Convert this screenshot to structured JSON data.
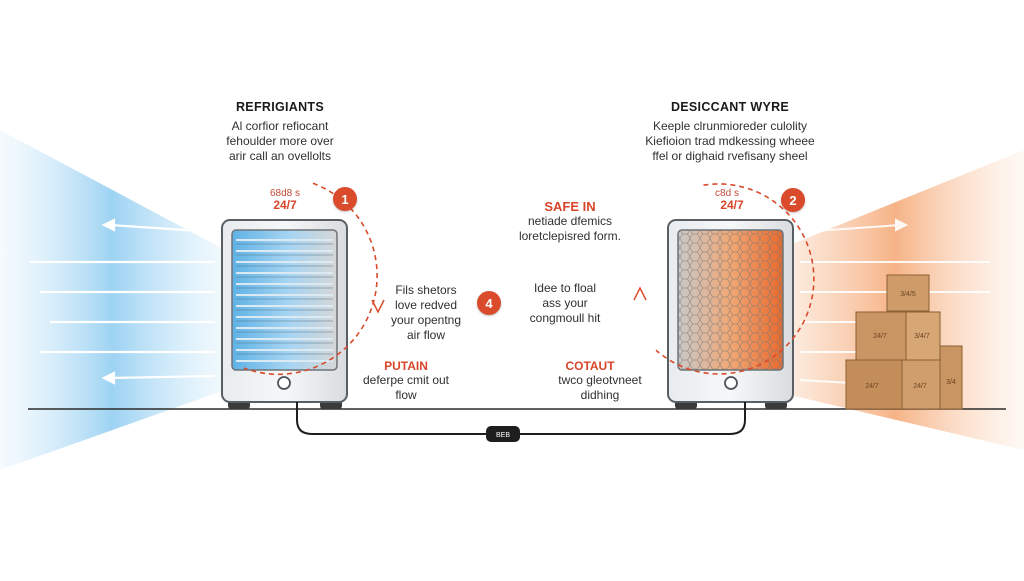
{
  "left": {
    "title": "REFRIGIANTS",
    "desc_lines": [
      "Al corfior refiocant",
      "fehoulder more over",
      "arir call an ovellolts"
    ],
    "timer_small": "68d8 s",
    "timer": "24/7",
    "badge": "1",
    "mid_lines": [
      "Fils shetors",
      "love redved",
      "your opentng",
      "air flow"
    ],
    "bottom_title": "PUTAIN",
    "bottom_lines": [
      "deferpe cmit out",
      "flow"
    ]
  },
  "center": {
    "title": "SAFE IN",
    "lines": [
      "netiade dfemics",
      "loretclepisred form."
    ],
    "badge": "4",
    "side_lines": [
      "Idee to floal",
      "ass your",
      "congmoull hit"
    ]
  },
  "right": {
    "title": "DESICCANT WYRE",
    "desc_lines": [
      "Keeple clrunmioreder culolity",
      "Kiefioion trad mdkessing wheee",
      "ffel or dighaid rvefisany sheel"
    ],
    "timer_small": "c8d s",
    "timer": "24/7",
    "badge": "2",
    "bottom_title": "COTAUT",
    "bottom_lines": [
      "twco gleotvneet",
      "didhing"
    ]
  },
  "boxes": [
    "3/4/5",
    "24/7",
    "3/4/7",
    "24/7",
    "24/7",
    "3/4"
  ],
  "plug_label": "BEB",
  "colors": {
    "cool_blue": "#5fb6e8",
    "warm_orange": "#ef7a3a",
    "accent_red": "#d94b2b",
    "unit_gray": "#d6d8da",
    "cardboard": "#c99563"
  }
}
